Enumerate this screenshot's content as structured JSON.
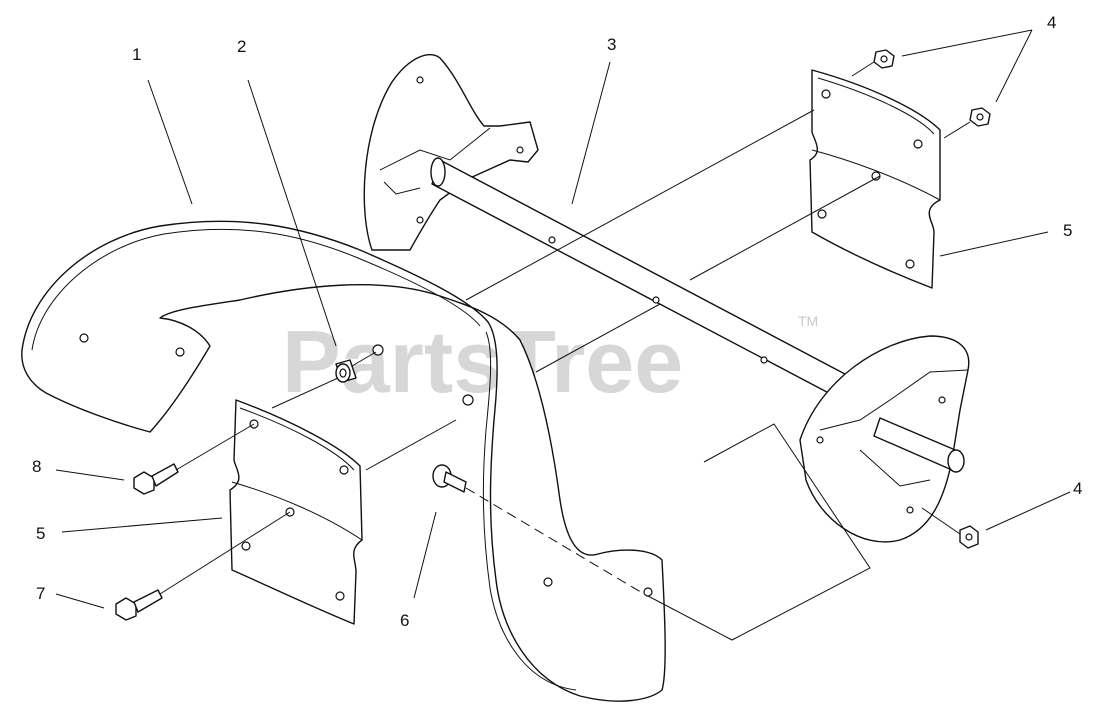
{
  "watermark": {
    "text": "PartsTree",
    "trademark": "TM"
  },
  "callouts": [
    {
      "id": "c1",
      "label": "1"
    },
    {
      "id": "c2",
      "label": "2"
    },
    {
      "id": "c3",
      "label": "3"
    },
    {
      "id": "c4a",
      "label": "4"
    },
    {
      "id": "c4b",
      "label": "4"
    },
    {
      "id": "c5a",
      "label": "5"
    },
    {
      "id": "c5b",
      "label": "5"
    },
    {
      "id": "c6",
      "label": "6"
    },
    {
      "id": "c7",
      "label": "7"
    },
    {
      "id": "c8",
      "label": "8"
    }
  ]
}
